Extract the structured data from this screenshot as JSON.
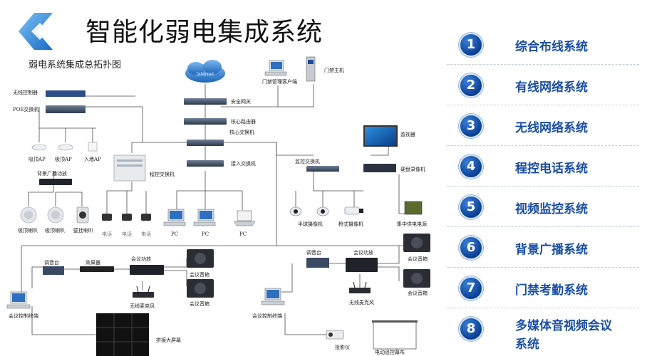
{
  "header": {
    "title": "智能化弱电集成系统",
    "subtitle": "弱电系统集成总拓扑图"
  },
  "colors": {
    "accent": "#1a4ea6",
    "badge": "#0b3f95"
  },
  "systems": [
    {
      "num": "1",
      "label": "综合布线系统"
    },
    {
      "num": "2",
      "label": "有线网络系统"
    },
    {
      "num": "3",
      "label": "无线网络系统"
    },
    {
      "num": "4",
      "label": "程控电话系统"
    },
    {
      "num": "5",
      "label": "视频监控系统"
    },
    {
      "num": "6",
      "label": "背景广播系统"
    },
    {
      "num": "7",
      "label": "门禁考勤系统"
    },
    {
      "num": "8",
      "label": "多媒体音视频会议系统"
    }
  ],
  "diagram": {
    "internet": "Internet",
    "security_gateway": "安全网关",
    "core_router": "核心路由器",
    "core_switch": "核心交换机",
    "access_switch": "接入交换机",
    "access_client": "门禁管理客户端",
    "access_host": "门禁主机",
    "wireless_controller": "无线控制器",
    "poe_switch": "POE交换机",
    "ap_ceiling_1": "吸顶AP",
    "ap_ceiling_2": "吸顶AP",
    "ap_wall": "入墙AP",
    "bg_amplifier": "背景广播功放",
    "speaker_ceiling_1": "吸顶喇叭",
    "speaker_ceiling_2": "吸顶喇叭",
    "speaker_wall": "壁挂喇叭",
    "pbx": "程控交换机",
    "phone_1": "电话",
    "phone_2": "电话",
    "phone_3": "电话",
    "pc_1": "PC",
    "pc_2": "PC",
    "pc_3": "PC",
    "monitor": "监视器",
    "monitor_switch": "监控交换机",
    "nvr": "硬盘录像机",
    "dome_camera": "半球摄像机",
    "bullet_camera": "枪式摄像机",
    "power_supply": "集中供电电源",
    "mixer_left": "调音台",
    "effects": "效果器",
    "amp_left": "会议功放",
    "speaker_box_left_1": "会议音箱",
    "speaker_box_left_2": "会议音箱",
    "mic_left": "无线麦克风",
    "ctrl_left": "会议控制终端",
    "video_wall": "拼接大屏幕",
    "mixer_right": "调音台",
    "amp_right": "会议功放",
    "speaker_box_right_1": "会议音箱",
    "speaker_box_right_2": "会议音箱",
    "mic_right": "无线麦克风",
    "ctrl_right": "会议控制终端",
    "projector": "投影仪",
    "screen": "电动遥控幕布"
  }
}
